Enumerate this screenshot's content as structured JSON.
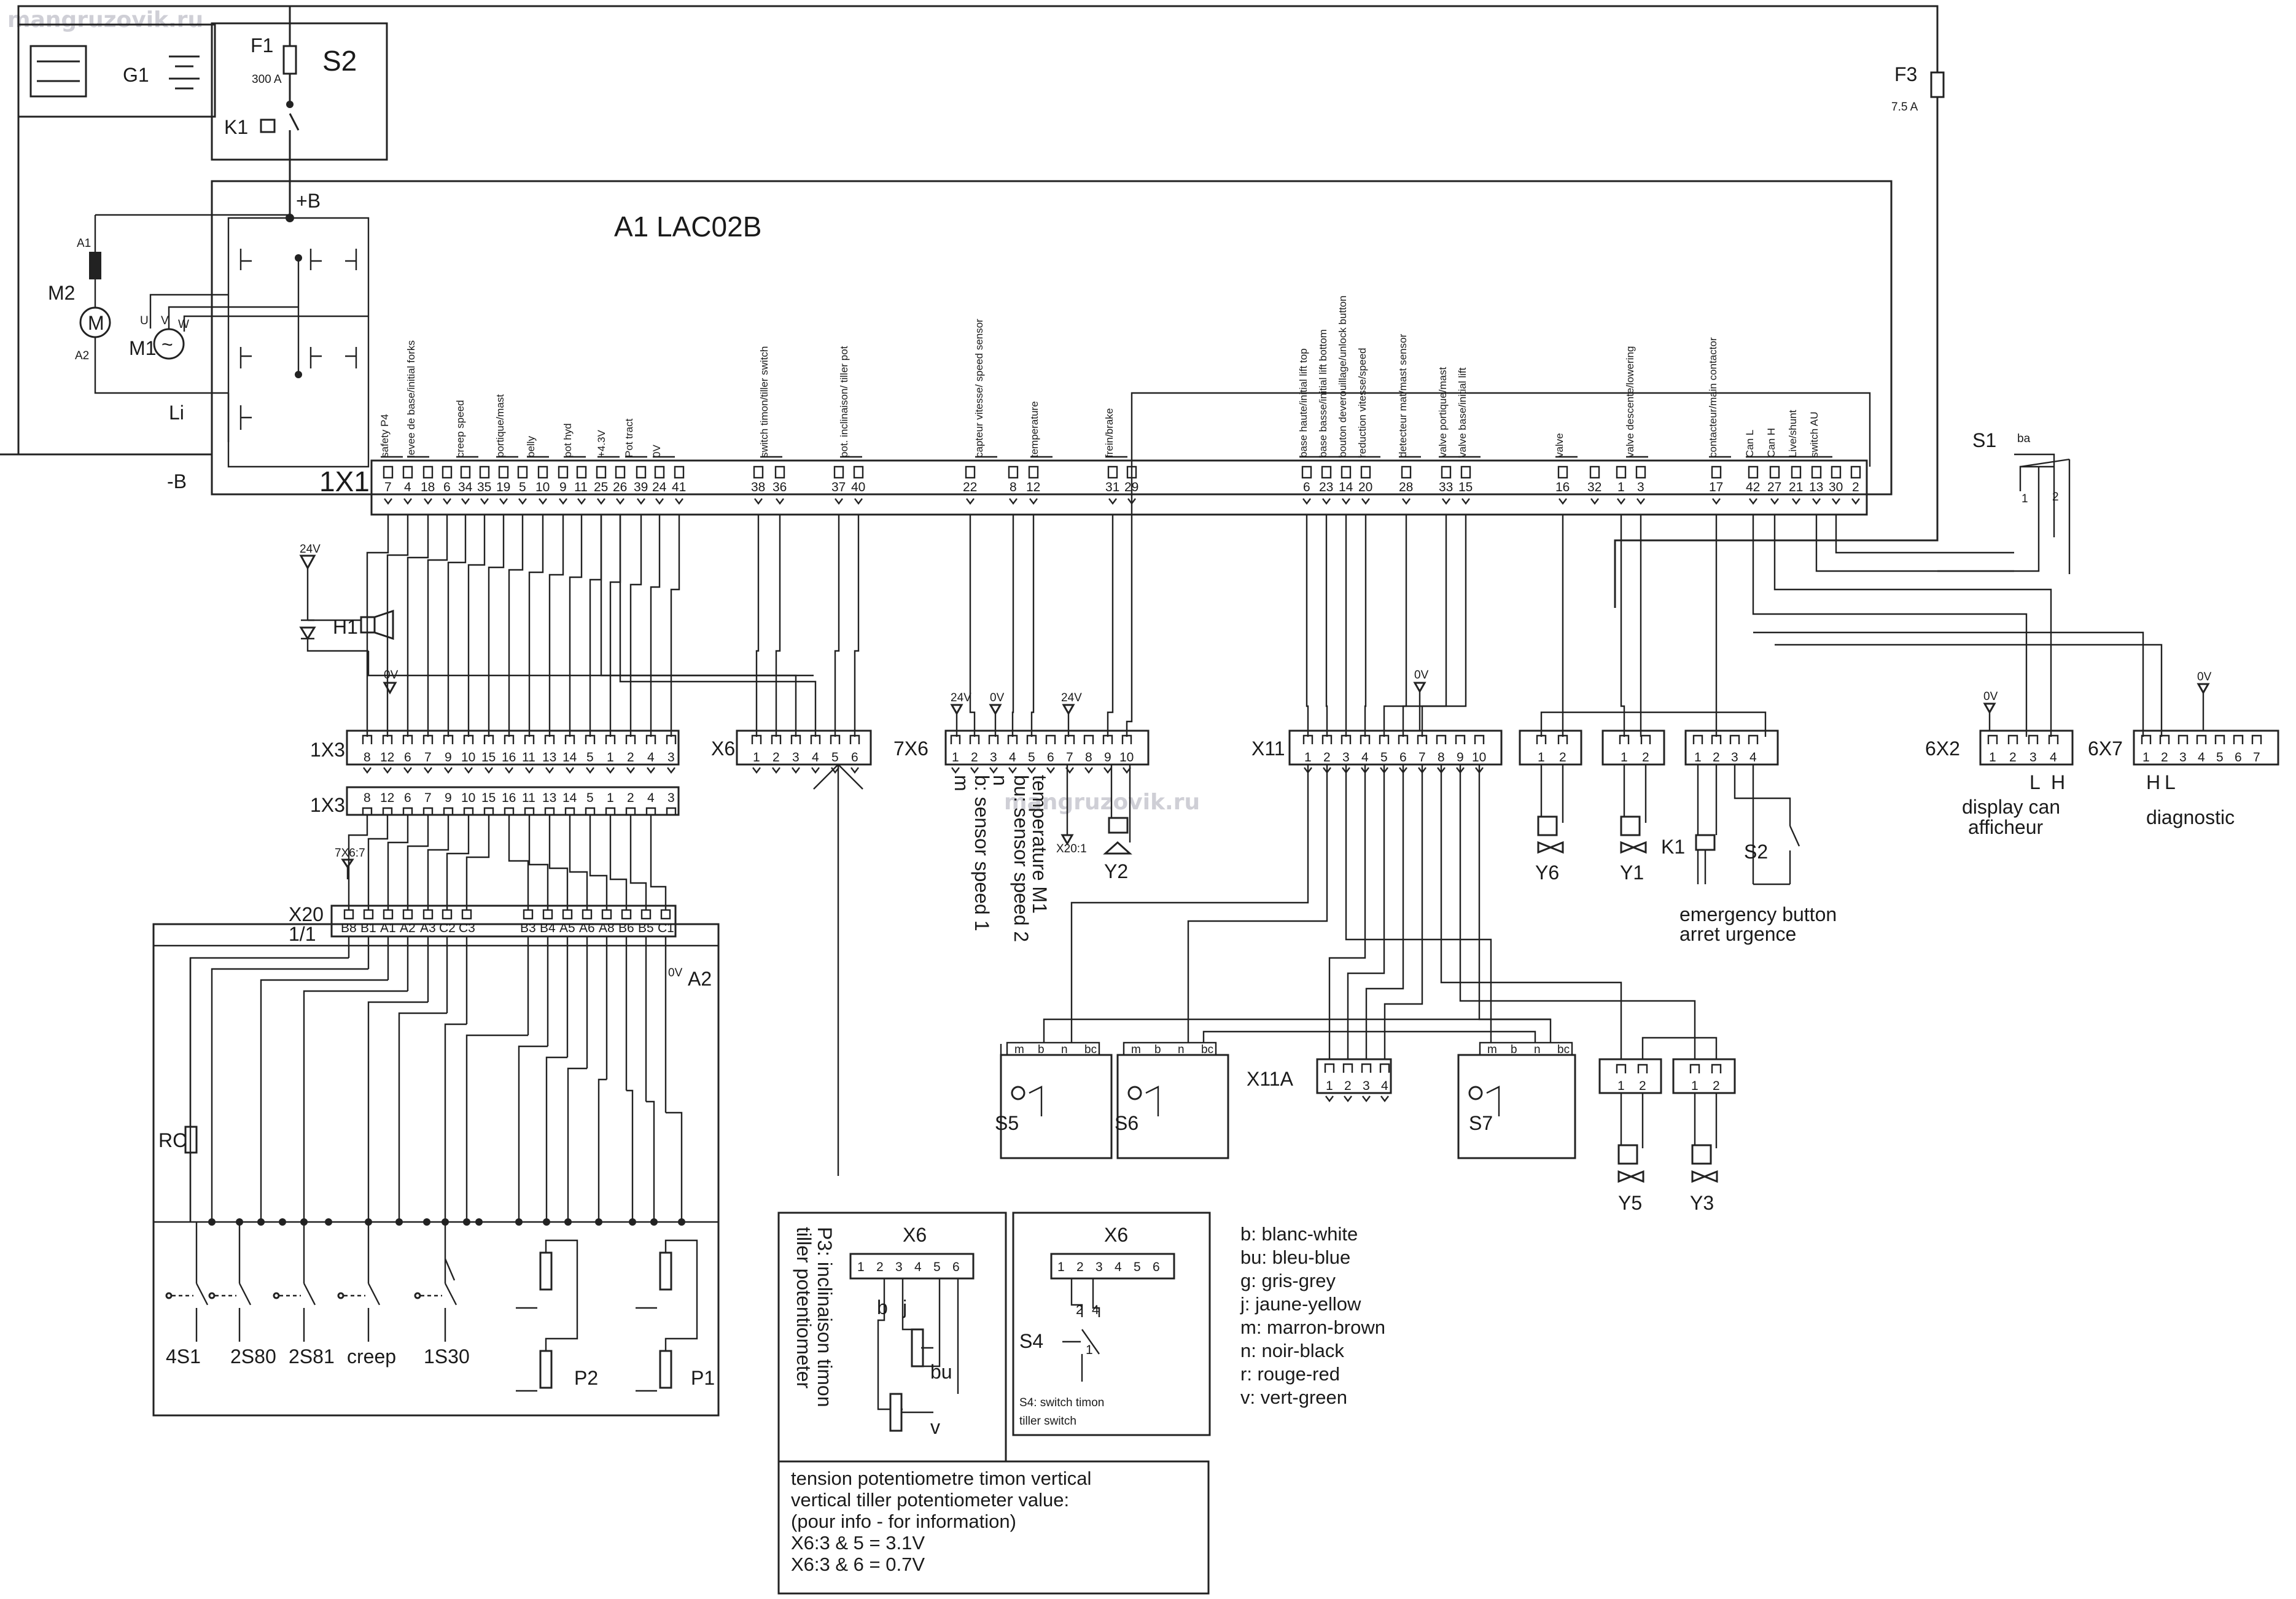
{
  "watermark": "mangruzovik.ru",
  "supply": {
    "battery": "G1",
    "panel": "S2",
    "fuse_main": "F1",
    "fuse_main_rating": "300 A",
    "contactor": "K1",
    "fuse_aux": "F3",
    "fuse_aux_rating": "7.5 A",
    "plus_b": "+B",
    "minus_b": "-B"
  },
  "controller": {
    "title": "A1  LAC02B",
    "connector": "1X1",
    "pins": [
      "7",
      "4",
      "18",
      "6",
      "34",
      "35",
      "19",
      "5",
      "10",
      "9",
      "11",
      "25",
      "26",
      "39",
      "24",
      "41",
      "38",
      "36",
      "37",
      "40",
      "22",
      "8",
      "12",
      "31",
      "29",
      "6",
      "23",
      "14",
      "20",
      "28",
      "33",
      "15",
      "16",
      "32",
      "1",
      "3",
      "17",
      "42",
      "27",
      "21",
      "13",
      "30",
      "2"
    ],
    "signals": [
      "safety P4",
      "levee de base/initial forks",
      "creep speed",
      "portique/mast",
      "belly",
      "pot hyd",
      "+4.3V",
      "Pot tract",
      "0V",
      "switch timon/tiller switch",
      "pot. inclinaison/ tiller pot",
      "capteur vitesse/ speed sensor",
      "temperature",
      "frein/brake",
      "base haute/initial lift top",
      "base basse/initial lift bottom",
      "bouton deverouillage/unlock button",
      "reduction vitesse/speed",
      "detecteur mat/mast sensor",
      "valve portique/mast",
      "valve base/initial lift",
      "valve",
      "valve descente/lowering",
      "contacteur/main contactor",
      "Can L",
      "Can H",
      "Live/shunt",
      "switch AU"
    ]
  },
  "motors": {
    "drive": "M1",
    "pump": "M2",
    "phase_u": "U",
    "phase_v": "V",
    "phase_w": "W",
    "pump_a1": "A1",
    "pump_a2": "A2",
    "inductor": "Li"
  },
  "horn": {
    "label": "H1",
    "supply": "24V"
  },
  "voltage_tags": {
    "v24": "24V",
    "v0": "0V"
  },
  "connectors": {
    "x3_label": "1X3",
    "x3_pins": [
      "8",
      "12",
      "6",
      "7",
      "9",
      "10",
      "15",
      "16",
      "11",
      "13",
      "14",
      "5",
      "1",
      "2",
      "4",
      "3"
    ],
    "x6_label": "X6",
    "x6_pins": [
      "1",
      "2",
      "3",
      "4",
      "5",
      "6"
    ],
    "x7x6_label": "7X6",
    "x7x6_pins": [
      "1",
      "2",
      "3",
      "4",
      "5",
      "6",
      "7",
      "8",
      "9",
      "10"
    ],
    "x11_label": "X11",
    "x11_pins": [
      "1",
      "2",
      "3",
      "4",
      "5",
      "6",
      "7",
      "8",
      "9",
      "10"
    ],
    "x11a_label": "X11A",
    "x11a_pins": [
      "1",
      "2",
      "3",
      "4"
    ],
    "x20_label": "X20",
    "x20_sub": "1/1",
    "x20_pins": [
      "B8",
      "B1",
      "A1",
      "A2",
      "A3",
      "C2",
      "C3",
      "B3",
      "B4",
      "A5",
      "A6",
      "A8",
      "B6",
      "B5",
      "C1"
    ],
    "x6x2_label": "6X2",
    "x6x2_pins": [
      "1",
      "2",
      "3",
      "4"
    ],
    "x6x7_label": "6X7",
    "x6x7_pins": [
      "1",
      "2",
      "3",
      "4",
      "5",
      "6",
      "7"
    ],
    "tag_7x6_7": "7X6:7",
    "tag_x20_1": "X20:1",
    "can_l": "L",
    "can_h": "H"
  },
  "sensor_notes": [
    "m",
    "b: sensor speed 1",
    "n",
    "bu: sensor speed 2",
    "temperature M1"
  ],
  "components": {
    "A2": "A2",
    "RC": "RC",
    "S5": "S5",
    "S6": "S6",
    "S7": "S7",
    "Y1": "Y1",
    "Y2": "Y2",
    "Y3": "Y3",
    "Y5": "Y5",
    "Y6": "Y6",
    "S1": "S1",
    "S1_pos": "ba",
    "K1": "K1",
    "S2": "S2",
    "bottom_switches": [
      "4S1",
      "2S80",
      "2S81",
      "creep",
      "1S30",
      "P2",
      "P1"
    ],
    "sensor_pins": [
      "m",
      "b",
      "n",
      "bc"
    ]
  },
  "captions": {
    "display": "display can",
    "afficheur": "afficheur",
    "diagnostic": "diagnostic",
    "emergency": "emergency button",
    "arret": "arret urgence"
  },
  "inset_p3": {
    "connector": "X6",
    "caption_line1": "P3: inclinaison timon",
    "caption_line2": "tiller potentiometer",
    "wire_b": "b",
    "wire_j": "j",
    "wire_bu": "bu",
    "wire_v": "v"
  },
  "inset_s4": {
    "connector": "X6",
    "switch": "S4",
    "caption_line1": "S4: switch timon",
    "caption_line2": "tiller switch",
    "pin_a": "2",
    "pin_b": "4",
    "pin_c": "1"
  },
  "legend": [
    "b: blanc-white",
    "bu: bleu-blue",
    "g: gris-grey",
    "j: jaune-yellow",
    "m: marron-brown",
    "n: noir-black",
    "r: rouge-red",
    "v: vert-green"
  ],
  "note": [
    "tension potentiometre timon vertical",
    "vertical tiller potentiometer value:",
    "(pour info - for information)",
    "X6:3 & 5 = 3.1V",
    "X6:3 & 6 = 0.7V"
  ]
}
